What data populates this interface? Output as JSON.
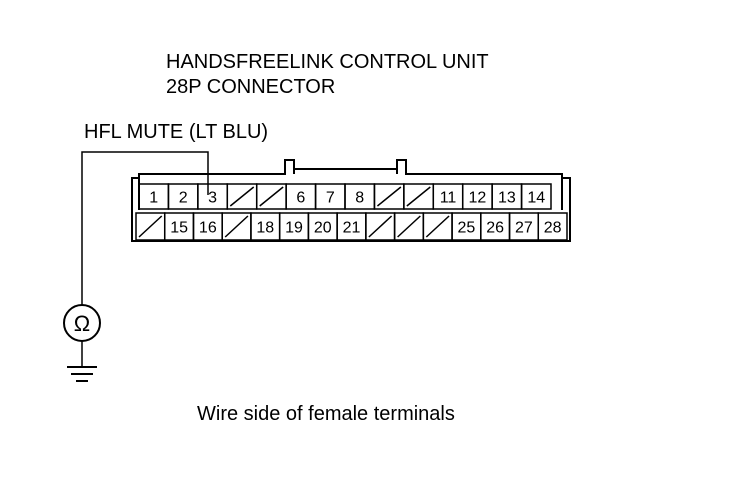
{
  "title": {
    "line1": "HANDSFREELINK CONTROL UNIT",
    "line2": "28P CONNECTOR"
  },
  "wire_label": "HFL MUTE (LT BLU)",
  "footer_caption": "Wire side of female terminals",
  "meter_symbol": "Ω",
  "connector": {
    "top_row": [
      "1",
      "2",
      "3",
      "",
      "",
      "6",
      "7",
      "8",
      "",
      "",
      "11",
      "12",
      "13",
      "14"
    ],
    "bottom_row": [
      "",
      "15",
      "16",
      "",
      "18",
      "19",
      "20",
      "21",
      "",
      "",
      "",
      "25",
      "26",
      "27",
      "28"
    ]
  },
  "icons": {
    "meter": "ohmmeter-icon",
    "ground": "ground-icon"
  }
}
